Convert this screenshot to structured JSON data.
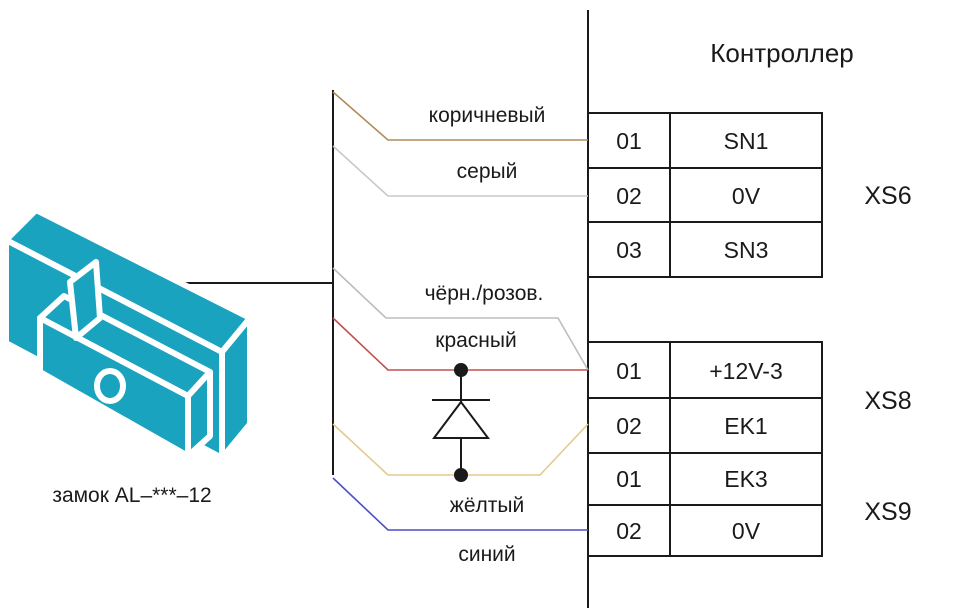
{
  "controller": {
    "title": "Контроллер"
  },
  "lock": {
    "caption": "замок AL–***–12",
    "icon": "electromagnetic-lock-icon",
    "color": "#1aa3bf"
  },
  "wires": {
    "brown": {
      "label": "коричневый",
      "color": "#b08a5a"
    },
    "grey": {
      "label": "серый",
      "color": "#c8c8c8"
    },
    "black_pink": {
      "label": "чёрн./розов.",
      "color": "#bdbdbd"
    },
    "red": {
      "label": "красный",
      "color": "#c0504d"
    },
    "yellow": {
      "label": "жёлтый",
      "color": "#e6c98a"
    },
    "blue": {
      "label": "синий",
      "color": "#4a4fc4"
    }
  },
  "connectors": {
    "xs6": {
      "name": "XS6",
      "pins": [
        {
          "num": "01",
          "signal": "SN1"
        },
        {
          "num": "02",
          "signal": "0V"
        },
        {
          "num": "03",
          "signal": "SN3"
        }
      ]
    },
    "xs8": {
      "name": "XS8",
      "pins": [
        {
          "num": "01",
          "signal": "+12V-3"
        },
        {
          "num": "02",
          "signal": "EK1"
        }
      ]
    },
    "xs9": {
      "name": "XS9",
      "pins": [
        {
          "num": "01",
          "signal": "EK3"
        },
        {
          "num": "02",
          "signal": "0V"
        }
      ]
    }
  },
  "diode": {
    "icon": "diode-icon"
  }
}
